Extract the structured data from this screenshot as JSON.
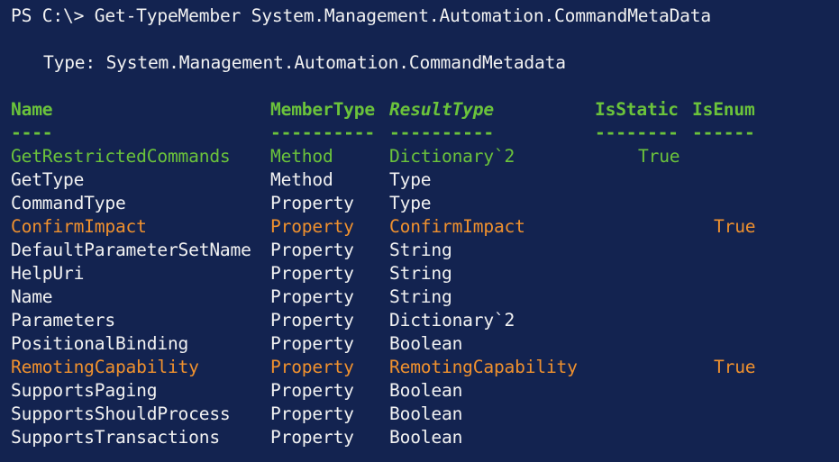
{
  "prompt": {
    "prefix": "PS C:\\> ",
    "command": "Get-TypeMember System.Management.Automation.CommandMetaData"
  },
  "type_line": "Type: System.Management.Automation.CommandMetadata",
  "colors": {
    "background": "#132350",
    "header": "#6bc33b",
    "enum_row": "#f0912e",
    "static_row": "#6bc33b",
    "default": "#f2f2f2"
  },
  "table": {
    "headers": [
      "Name",
      "MemberType",
      "ResultType",
      "IsStatic",
      "IsEnum"
    ],
    "underlines": [
      "----",
      "----------",
      "----------",
      "--------",
      "------"
    ],
    "rows": [
      {
        "name": "GetRestrictedCommands",
        "member_type": "Method",
        "result_type": "Dictionary`2",
        "is_static": "True",
        "is_enum": "",
        "style": "green"
      },
      {
        "name": "GetType",
        "member_type": "Method",
        "result_type": "Type",
        "is_static": "",
        "is_enum": "",
        "style": "white"
      },
      {
        "name": "CommandType",
        "member_type": "Property",
        "result_type": "Type",
        "is_static": "",
        "is_enum": "",
        "style": "white"
      },
      {
        "name": "ConfirmImpact",
        "member_type": "Property",
        "result_type": "ConfirmImpact",
        "is_static": "",
        "is_enum": "True",
        "style": "orange"
      },
      {
        "name": "DefaultParameterSetName",
        "member_type": "Property",
        "result_type": "String",
        "is_static": "",
        "is_enum": "",
        "style": "white"
      },
      {
        "name": "HelpUri",
        "member_type": "Property",
        "result_type": "String",
        "is_static": "",
        "is_enum": "",
        "style": "white"
      },
      {
        "name": "Name",
        "member_type": "Property",
        "result_type": "String",
        "is_static": "",
        "is_enum": "",
        "style": "white"
      },
      {
        "name": "Parameters",
        "member_type": "Property",
        "result_type": "Dictionary`2",
        "is_static": "",
        "is_enum": "",
        "style": "white"
      },
      {
        "name": "PositionalBinding",
        "member_type": "Property",
        "result_type": "Boolean",
        "is_static": "",
        "is_enum": "",
        "style": "white"
      },
      {
        "name": "RemotingCapability",
        "member_type": "Property",
        "result_type": "RemotingCapability",
        "is_static": "",
        "is_enum": "True",
        "style": "orange"
      },
      {
        "name": "SupportsPaging",
        "member_type": "Property",
        "result_type": "Boolean",
        "is_static": "",
        "is_enum": "",
        "style": "white"
      },
      {
        "name": "SupportsShouldProcess",
        "member_type": "Property",
        "result_type": "Boolean",
        "is_static": "",
        "is_enum": "",
        "style": "white"
      },
      {
        "name": "SupportsTransactions",
        "member_type": "Property",
        "result_type": "Boolean",
        "is_static": "",
        "is_enum": "",
        "style": "white"
      }
    ]
  }
}
